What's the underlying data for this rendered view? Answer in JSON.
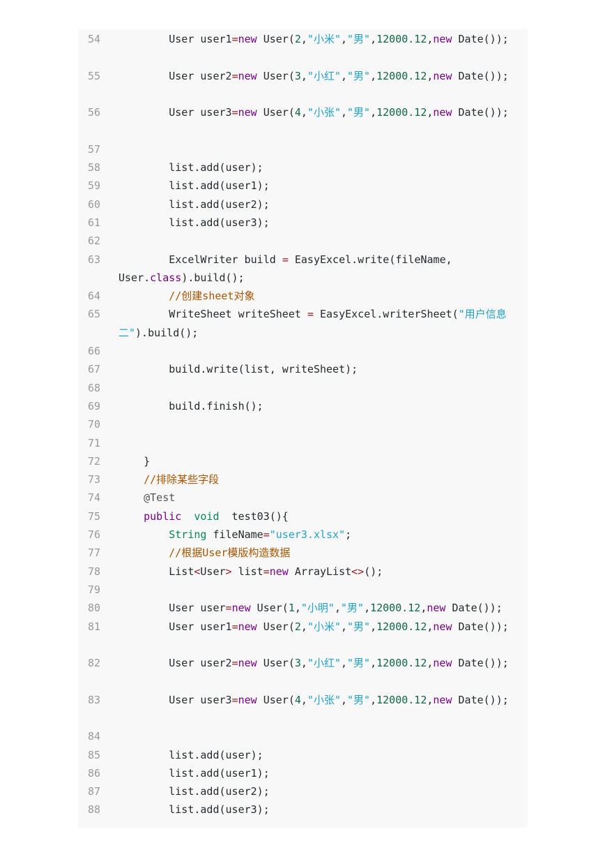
{
  "code_lines": [
    {
      "n": "54",
      "segs": [
        [
          "pl",
          "        User user1"
        ],
        [
          "op",
          "="
        ],
        [
          "kw",
          "new"
        ],
        [
          "pl",
          " User("
        ],
        [
          "num",
          "2"
        ],
        [
          "pl",
          ","
        ],
        [
          "str",
          "\"小米\""
        ],
        [
          "pl",
          ","
        ],
        [
          "str",
          "\"男\""
        ],
        [
          "pl",
          ","
        ],
        [
          "num",
          "12000.12"
        ],
        [
          "pl",
          ","
        ],
        [
          "kw",
          "new"
        ],
        [
          "pl",
          " Date());"
        ]
      ]
    },
    {
      "n": "55",
      "segs": [
        [
          "pl",
          "        User user2"
        ],
        [
          "op",
          "="
        ],
        [
          "kw",
          "new"
        ],
        [
          "pl",
          " User("
        ],
        [
          "num",
          "3"
        ],
        [
          "pl",
          ","
        ],
        [
          "str",
          "\"小红\""
        ],
        [
          "pl",
          ","
        ],
        [
          "str",
          "\"男\""
        ],
        [
          "pl",
          ","
        ],
        [
          "num",
          "12000.12"
        ],
        [
          "pl",
          ","
        ],
        [
          "kw",
          "new"
        ],
        [
          "pl",
          " Date());"
        ]
      ]
    },
    {
      "n": "56",
      "segs": [
        [
          "pl",
          "        User user3"
        ],
        [
          "op",
          "="
        ],
        [
          "kw",
          "new"
        ],
        [
          "pl",
          " User("
        ],
        [
          "num",
          "4"
        ],
        [
          "pl",
          ","
        ],
        [
          "str",
          "\"小张\""
        ],
        [
          "pl",
          ","
        ],
        [
          "str",
          "\"男\""
        ],
        [
          "pl",
          ","
        ],
        [
          "num",
          "12000.12"
        ],
        [
          "pl",
          ","
        ],
        [
          "kw",
          "new"
        ],
        [
          "pl",
          " Date());"
        ]
      ]
    },
    {
      "n": "57",
      "segs": []
    },
    {
      "n": "58",
      "segs": [
        [
          "pl",
          "        list.add(user);"
        ]
      ]
    },
    {
      "n": "59",
      "segs": [
        [
          "pl",
          "        list.add(user1);"
        ]
      ]
    },
    {
      "n": "60",
      "segs": [
        [
          "pl",
          "        list.add(user2);"
        ]
      ]
    },
    {
      "n": "61",
      "segs": [
        [
          "pl",
          "        list.add(user3);"
        ]
      ]
    },
    {
      "n": "62",
      "segs": []
    },
    {
      "n": "63",
      "segs": [
        [
          "pl",
          "        ExcelWriter build "
        ],
        [
          "op",
          "="
        ],
        [
          "pl",
          " EasyExcel.write(fileName, User."
        ],
        [
          "kw",
          "class"
        ],
        [
          "pl",
          ").build();"
        ]
      ]
    },
    {
      "n": "64",
      "segs": [
        [
          "cm",
          "        //创建sheet对象"
        ]
      ]
    },
    {
      "n": "65",
      "segs": [
        [
          "pl",
          "        WriteSheet writeSheet "
        ],
        [
          "op",
          "="
        ],
        [
          "pl",
          " EasyExcel.writerSheet("
        ],
        [
          "str",
          "\"用户信息二\""
        ],
        [
          "pl",
          ").build();"
        ]
      ]
    },
    {
      "n": "66",
      "segs": []
    },
    {
      "n": "67",
      "segs": [
        [
          "pl",
          "        build.write(list, writeSheet);"
        ]
      ]
    },
    {
      "n": "68",
      "segs": []
    },
    {
      "n": "69",
      "segs": [
        [
          "pl",
          "        build.finish();"
        ]
      ]
    },
    {
      "n": "70",
      "segs": []
    },
    {
      "n": "71",
      "segs": []
    },
    {
      "n": "72",
      "segs": [
        [
          "pl",
          "    }"
        ]
      ]
    },
    {
      "n": "73",
      "segs": [
        [
          "cm",
          "    //排除某些字段"
        ]
      ]
    },
    {
      "n": "74",
      "segs": [
        [
          "anno",
          "    @Test"
        ]
      ]
    },
    {
      "n": "75",
      "segs": [
        [
          "pl",
          "    "
        ],
        [
          "kw",
          "public"
        ],
        [
          "pl",
          "  "
        ],
        [
          "type",
          "void"
        ],
        [
          "pl",
          "  test03(){"
        ]
      ]
    },
    {
      "n": "76",
      "segs": [
        [
          "pl",
          "        "
        ],
        [
          "type",
          "String"
        ],
        [
          "pl",
          " fileName"
        ],
        [
          "op",
          "="
        ],
        [
          "str",
          "\"user3.xlsx\""
        ],
        [
          "pl",
          ";"
        ]
      ]
    },
    {
      "n": "77",
      "segs": [
        [
          "cm",
          "        //根据User模版构造数据"
        ]
      ]
    },
    {
      "n": "78",
      "segs": [
        [
          "pl",
          "        List"
        ],
        [
          "op",
          "<"
        ],
        [
          "pl",
          "User"
        ],
        [
          "op",
          ">"
        ],
        [
          "pl",
          " list"
        ],
        [
          "op",
          "="
        ],
        [
          "kw",
          "new"
        ],
        [
          "pl",
          " ArrayList"
        ],
        [
          "op",
          "<>"
        ],
        [
          "pl",
          "();"
        ]
      ]
    },
    {
      "n": "79",
      "segs": []
    },
    {
      "n": "80",
      "segs": [
        [
          "pl",
          "        User user"
        ],
        [
          "op",
          "="
        ],
        [
          "kw",
          "new"
        ],
        [
          "pl",
          " User("
        ],
        [
          "num",
          "1"
        ],
        [
          "pl",
          ","
        ],
        [
          "str",
          "\"小明\""
        ],
        [
          "pl",
          ","
        ],
        [
          "str",
          "\"男\""
        ],
        [
          "pl",
          ","
        ],
        [
          "num",
          "12000.12"
        ],
        [
          "pl",
          ","
        ],
        [
          "kw",
          "new"
        ],
        [
          "pl",
          " Date());"
        ]
      ]
    },
    {
      "n": "81",
      "segs": [
        [
          "pl",
          "        User user1"
        ],
        [
          "op",
          "="
        ],
        [
          "kw",
          "new"
        ],
        [
          "pl",
          " User("
        ],
        [
          "num",
          "2"
        ],
        [
          "pl",
          ","
        ],
        [
          "str",
          "\"小米\""
        ],
        [
          "pl",
          ","
        ],
        [
          "str",
          "\"男\""
        ],
        [
          "pl",
          ","
        ],
        [
          "num",
          "12000.12"
        ],
        [
          "pl",
          ","
        ],
        [
          "kw",
          "new"
        ],
        [
          "pl",
          " Date());"
        ]
      ]
    },
    {
      "n": "82",
      "segs": [
        [
          "pl",
          "        User user2"
        ],
        [
          "op",
          "="
        ],
        [
          "kw",
          "new"
        ],
        [
          "pl",
          " User("
        ],
        [
          "num",
          "3"
        ],
        [
          "pl",
          ","
        ],
        [
          "str",
          "\"小红\""
        ],
        [
          "pl",
          ","
        ],
        [
          "str",
          "\"男\""
        ],
        [
          "pl",
          ","
        ],
        [
          "num",
          "12000.12"
        ],
        [
          "pl",
          ","
        ],
        [
          "kw",
          "new"
        ],
        [
          "pl",
          " Date());"
        ]
      ]
    },
    {
      "n": "83",
      "segs": [
        [
          "pl",
          "        User user3"
        ],
        [
          "op",
          "="
        ],
        [
          "kw",
          "new"
        ],
        [
          "pl",
          " User("
        ],
        [
          "num",
          "4"
        ],
        [
          "pl",
          ","
        ],
        [
          "str",
          "\"小张\""
        ],
        [
          "pl",
          ","
        ],
        [
          "str",
          "\"男\""
        ],
        [
          "pl",
          ","
        ],
        [
          "num",
          "12000.12"
        ],
        [
          "pl",
          ","
        ],
        [
          "kw",
          "new"
        ],
        [
          "pl",
          " Date());"
        ]
      ]
    },
    {
      "n": "84",
      "segs": []
    },
    {
      "n": "85",
      "segs": [
        [
          "pl",
          "        list.add(user);"
        ]
      ]
    },
    {
      "n": "86",
      "segs": [
        [
          "pl",
          "        list.add(user1);"
        ]
      ]
    },
    {
      "n": "87",
      "segs": [
        [
          "pl",
          "        list.add(user2);"
        ]
      ]
    },
    {
      "n": "88",
      "segs": [
        [
          "pl",
          "        list.add(user3);"
        ]
      ]
    }
  ]
}
